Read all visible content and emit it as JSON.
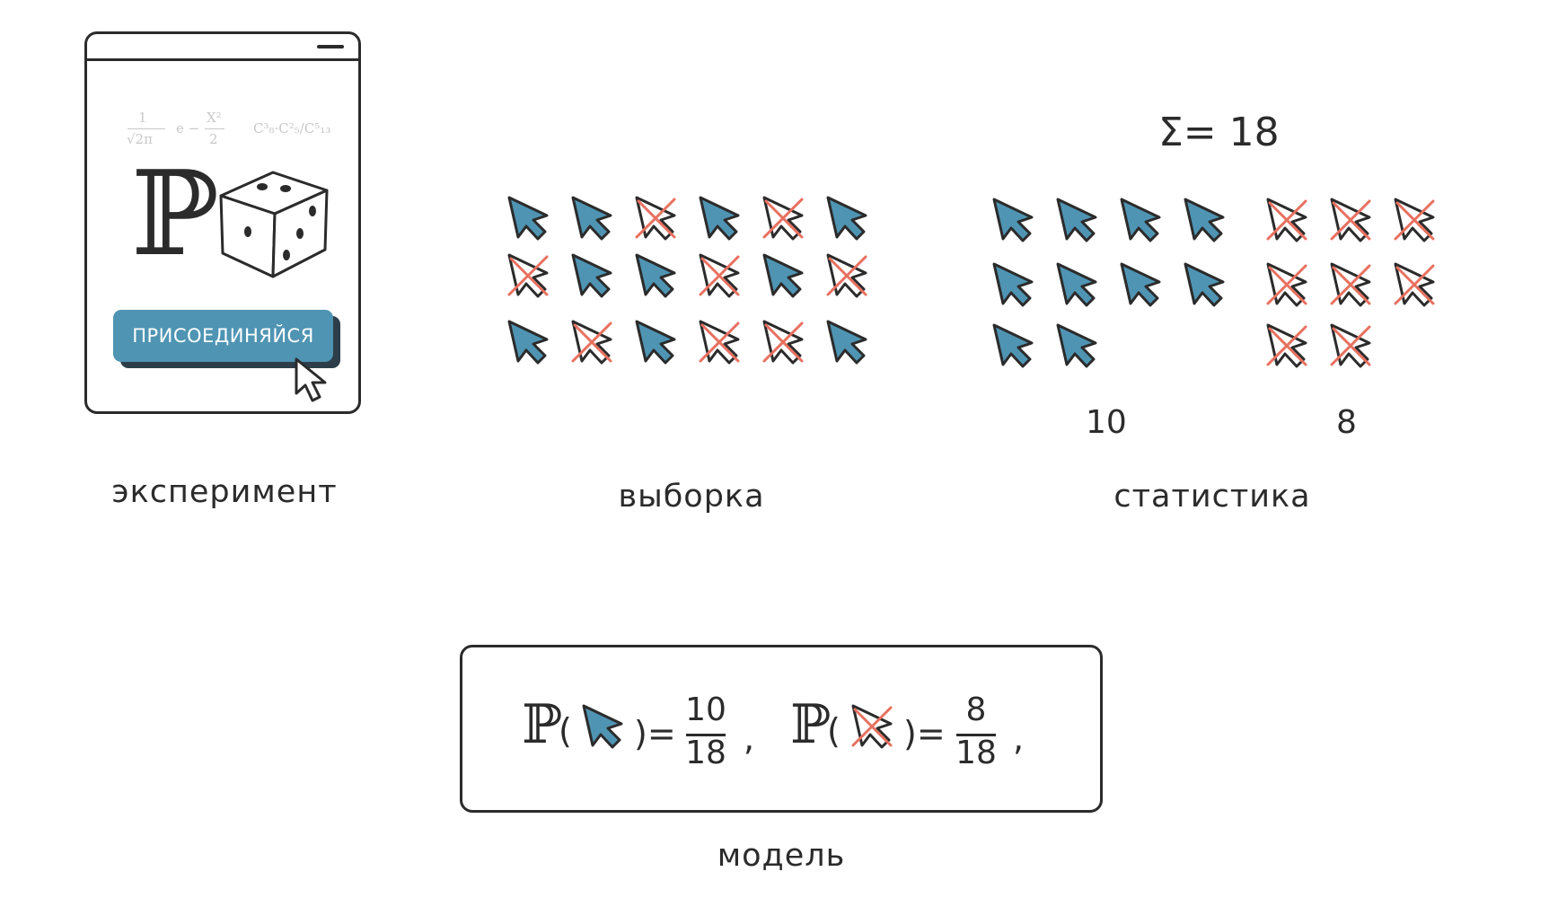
{
  "experiment": {
    "caption": "эксперимент",
    "button_label": "ПРИСОЕДИНЯЙСЯ",
    "formula_1": "1",
    "formula_2": "√2π",
    "formula_3": "e −",
    "formula_4": "X²",
    "formula_5": "2",
    "formula_6": "C³₈·C²₅/C⁵₁₃",
    "symbol": "ℙ"
  },
  "sample": {
    "caption": "выборка",
    "rows": [
      [
        false,
        false,
        true,
        false,
        true,
        false
      ],
      [
        true,
        false,
        false,
        true,
        false,
        true
      ],
      [
        false,
        true,
        false,
        true,
        true,
        false
      ]
    ]
  },
  "statistics": {
    "caption": "статистика",
    "total": "Σ= 18",
    "success_count": "10",
    "fail_count": "8"
  },
  "model": {
    "caption": "модель",
    "symbol": "ℙ",
    "open_paren": "(",
    "eq1": ")=",
    "num1": "10",
    "den1": "18",
    "comma1": ",",
    "eq2": ")=",
    "num2": "8",
    "den2": "18",
    "comma2": ","
  },
  "colors": {
    "cursor": "#4f94b3",
    "cross": "#e8705f",
    "ink": "#2b2b2b"
  }
}
